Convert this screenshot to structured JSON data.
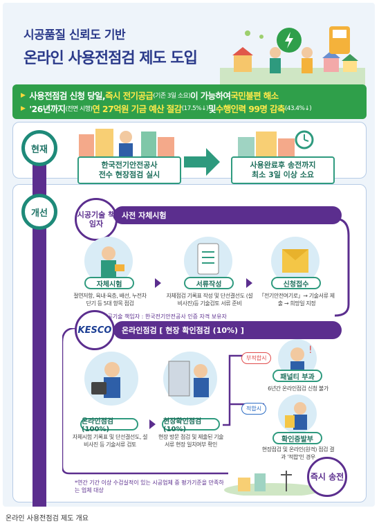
{
  "title_line1": "시공품질 신뢰도 기반",
  "title_line2": "온라인 사용전점검 제도 도입",
  "summary": {
    "line1_a": "사용전점검 신청 당일, ",
    "line1_hl": "즉시 전기공급",
    "line1_small": "(기존 3일 소요)",
    "line1_b": "이 가능하여 ",
    "line1_hl2": "국민불편 해소",
    "line2_a": "'26년까지",
    "line2_small": "(전면 시행)",
    "line2_b": " 연 27억원 기금 예산 절감",
    "line2_small2": "(17.5%↓)",
    "line2_c": " 및 ",
    "line2_hl": "수행인력 99명 감축",
    "line2_small3": "(43.4%↓)"
  },
  "current": {
    "label": "현재",
    "box1_line1": "한국전기안전공사",
    "box1_line2": "전수 현장점검 실시",
    "box2_line1": "사용완료후 송전까지",
    "box2_line2": "최소 3일 이상 소요"
  },
  "improve": {
    "label": "개선",
    "badge": "시공기술 책임자",
    "bar1": "사전 자체시험",
    "steps": [
      {
        "title": "자체시험",
        "desc": "절연저항, 육내·육층, 배선, 누전차단기 등 5대 항목 점검"
      },
      {
        "title": "서류작성",
        "desc": "자체점검 기록표 작성 및 단선결선도 (설비사진)등 기술검토 서류 준비"
      },
      {
        "title": "신청접수",
        "desc": "「전기안전여기로」→ 기술서류 제출 → 희망일 지정"
      }
    ],
    "note": "*시공기술 책임자 : 한국전기안전공사 인증 자격 보유자",
    "kesco": "KESCO",
    "bar2": "온라인점검 [ 현장 확인점검 (10%) ]",
    "steps2": [
      {
        "title": "온라인점검(100%)",
        "desc": "자체시험 기록표 및 단선결선도, 설비사진 등 기술서류 검토"
      },
      {
        "title": "현장확인점검(10%)",
        "desc": "현장 방문 점검 및 제출된 기술서류 현장 일치여부 확인"
      }
    ],
    "fail_tag": "부적합시",
    "pass_tag": "적합시",
    "penalty_title": "패널티 부과",
    "penalty_desc": "6년간 온라인점검 신청 불가",
    "confirm_title": "확인증발부",
    "confirm_desc": "현장점검 및 온라인(원격) 점검 결과 '적합'인 경우",
    "immediate": "즉시 송전",
    "footer_note": "*연간 기간 이상 수검실적이 있는 시공업체 중 평가기준을 만족하는 업체 대상"
  },
  "caption": "온라인 사용전점검 제도 개요",
  "colors": {
    "green": "#2f9f4a",
    "purple": "#5b2e8e",
    "teal": "#2e9a7e",
    "navy": "#2b3a8a"
  }
}
